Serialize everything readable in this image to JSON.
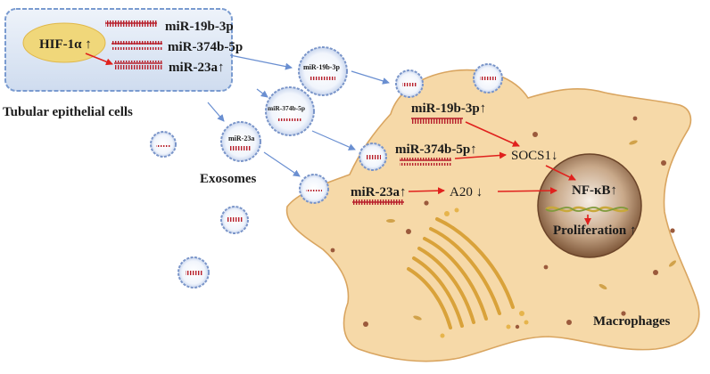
{
  "diagram": {
    "tubular_cell": {
      "label": "Tubular epithelial cells",
      "hif": "HIF-1α ↑",
      "mirnas": [
        "miR-19b-3p",
        "miR-374b-5p",
        "miR-23a↑"
      ]
    },
    "exosomes": {
      "label": "Exosomes",
      "cargo": [
        "miR-19b-3p",
        "miR-374b-5p",
        "miR-23a"
      ]
    },
    "macrophage": {
      "label": "Macrophages",
      "mirnas": [
        "miR-19b-3p↑",
        "miR-374b-5p↑",
        "miR-23a↑"
      ],
      "targets": [
        "SOCS1↓",
        "A20 ↓"
      ],
      "nucleus": [
        "NF-κB↑",
        "Proliferation ↑"
      ]
    },
    "colors": {
      "arrow_red": "#e0211d",
      "arrow_blue": "#6a8fd1",
      "cell_fill": "#f6d9a8",
      "tubular_fill": "#dfe8f5",
      "hif_fill": "#f0d77a",
      "rna": "#b71f2a"
    }
  }
}
